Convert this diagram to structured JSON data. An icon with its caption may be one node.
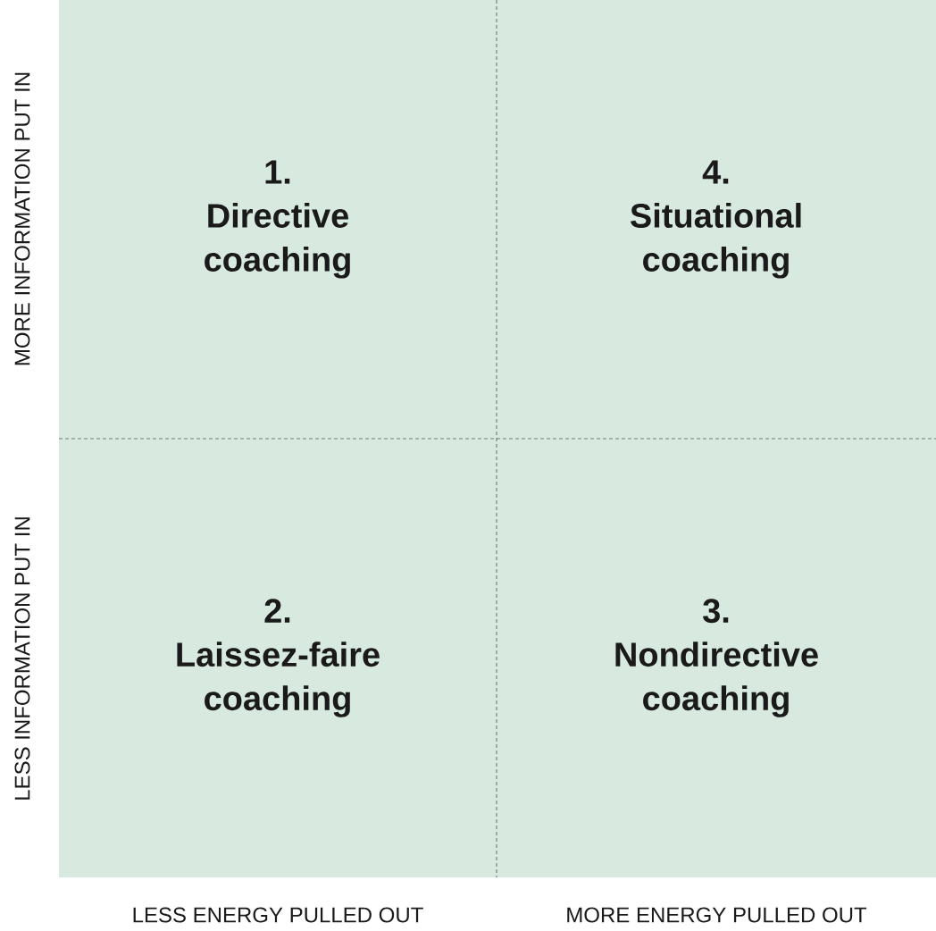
{
  "diagram": {
    "nodes": [
      {
        "text": [
          "1.",
          "Directive coaching"
        ]
      },
      {
        "text": [
          "4.",
          "Situational coaching"
        ]
      },
      {
        "text": [
          "2.",
          "Laissez-faire coaching"
        ]
      },
      {
        "text": [
          "3.",
          "Nondirective coaching"
        ]
      }
    ],
    "labels": [
      "MORE INFORMATION PUT IN",
      "LESS INFORMATION PUT IN",
      "LESS ENERGY PULLED OUT",
      "MORE ENERGY PULLED OUT"
    ]
  }
}
